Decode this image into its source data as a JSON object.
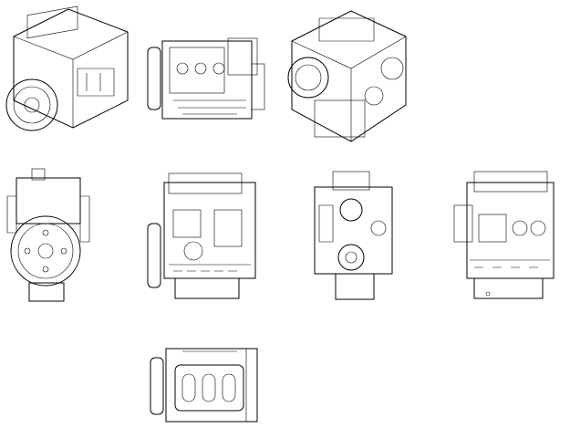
{
  "drawing": {
    "line_color": "#000000",
    "background": "#ffffff",
    "views": [
      {
        "id": "isometric-left"
      },
      {
        "id": "top"
      },
      {
        "id": "isometric-right"
      },
      {
        "id": "flywheel-end"
      },
      {
        "id": "side-left"
      },
      {
        "id": "front-end"
      },
      {
        "id": "side-right"
      },
      {
        "id": "bottom"
      }
    ]
  }
}
